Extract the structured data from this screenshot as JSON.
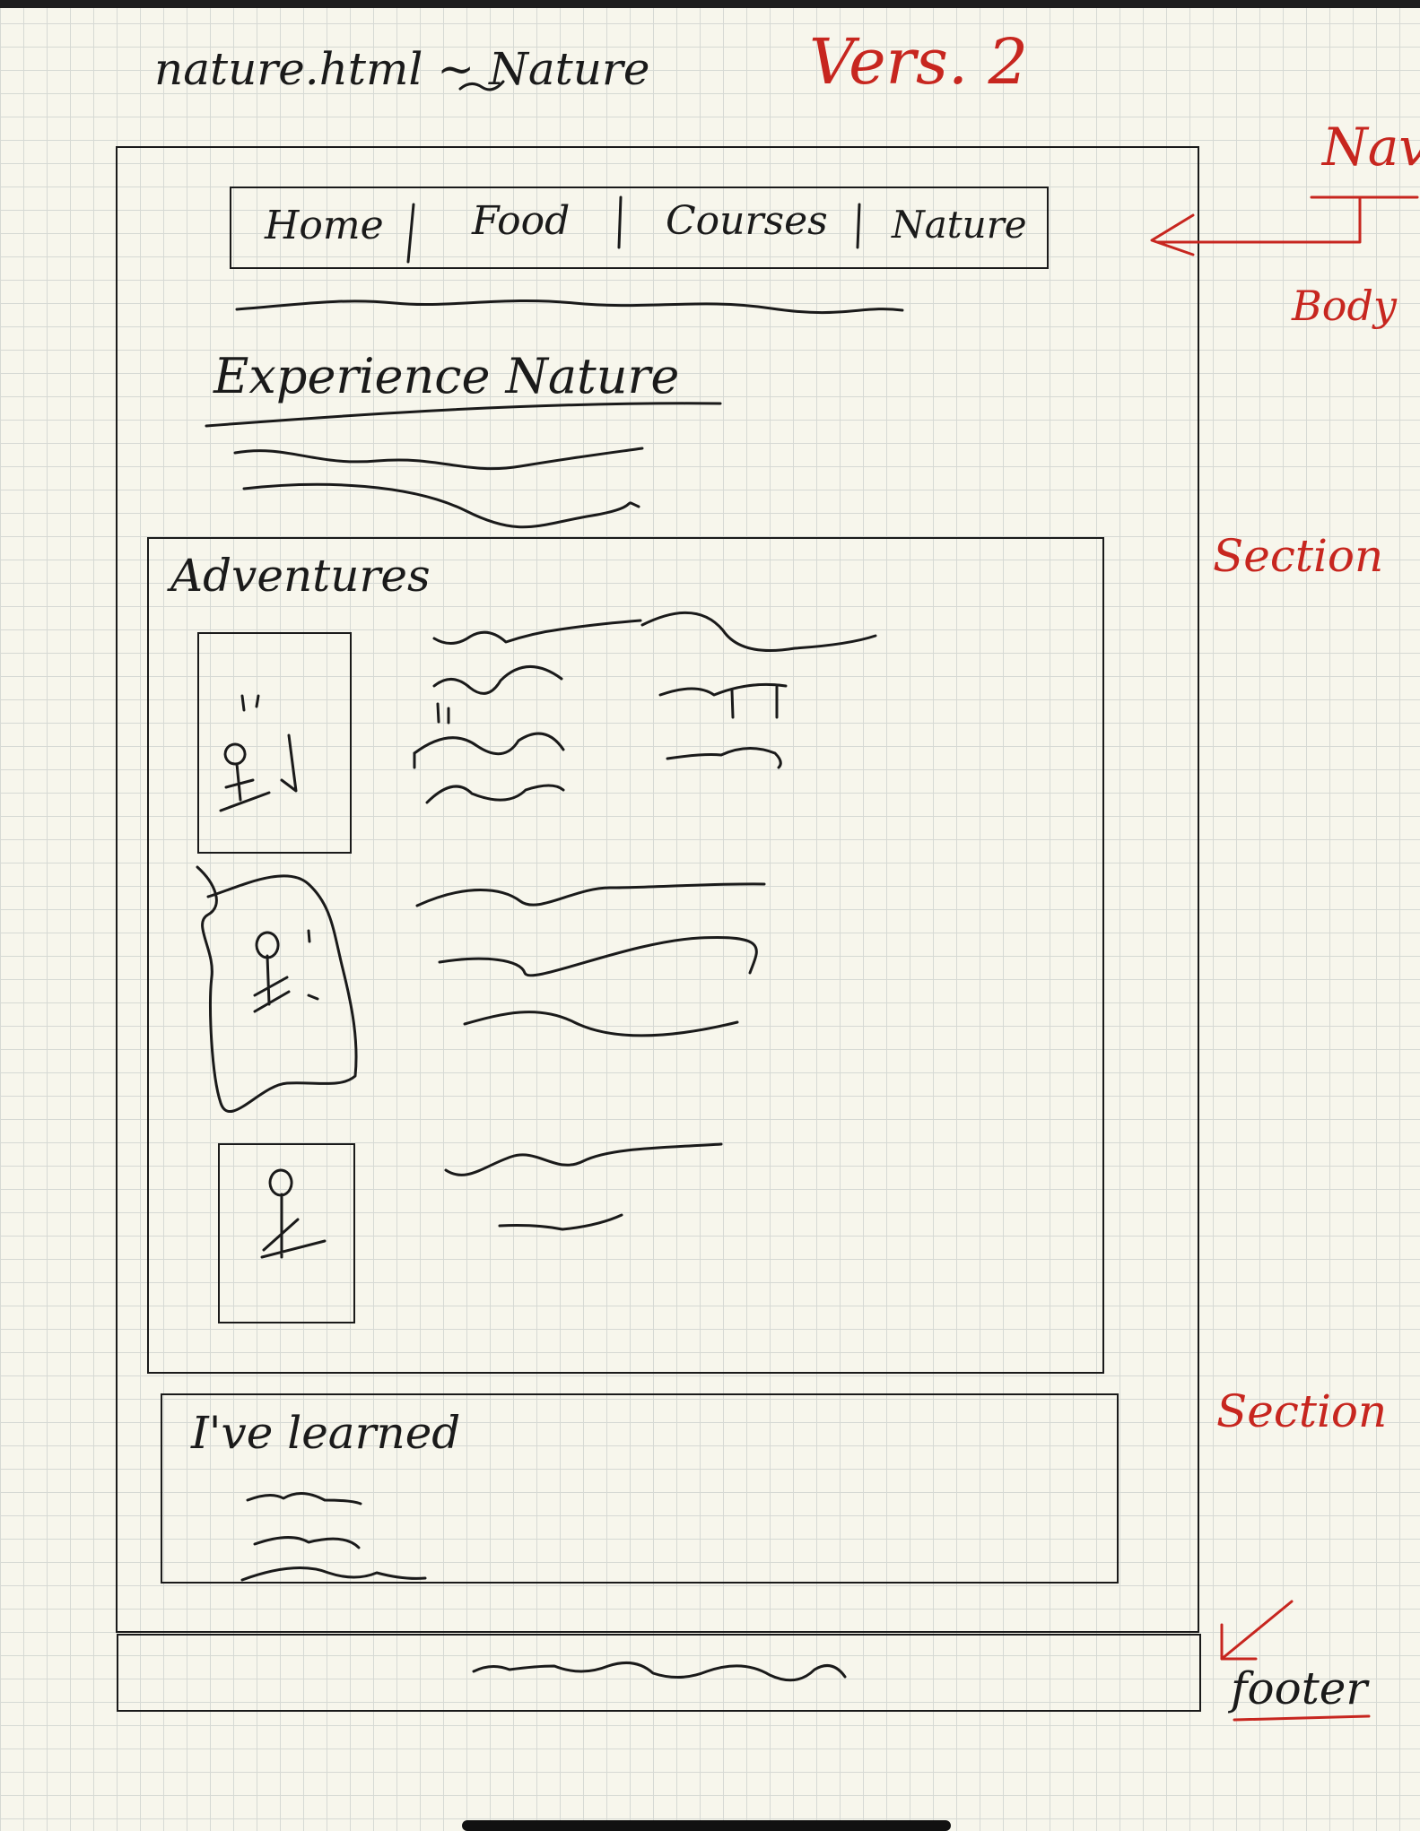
{
  "sketch": {
    "page_heading": "nature.html ~ Nature",
    "version": "Vers. 2",
    "nav_items": [
      "Home",
      "Food",
      "Courses",
      "Nature"
    ],
    "hero_heading": "Experience Nature",
    "adventures_heading": "Adventures",
    "learned_heading": "I've learned"
  },
  "annotations": {
    "nav": "Nav",
    "body": "Body",
    "section_1": "Section",
    "section_2": "Section",
    "footer": "footer"
  },
  "colors": {
    "ink": "#1a1a1a",
    "annotation": "#c7261f",
    "paper": "#f7f6ec",
    "grid": "#d6d9d4"
  }
}
